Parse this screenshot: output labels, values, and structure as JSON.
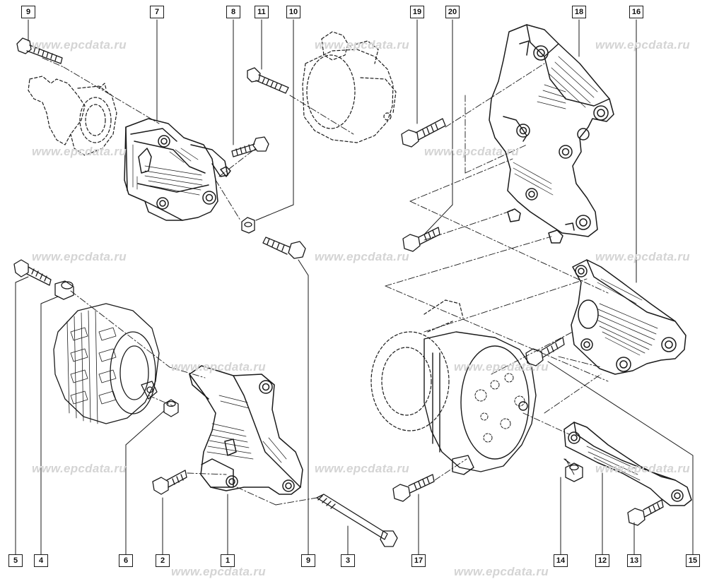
{
  "watermark": "www.epcdata.ru",
  "callouts": {
    "c1": "1",
    "c2": "2",
    "c3": "3",
    "c4": "4",
    "c5": "5",
    "c6": "6",
    "c7": "7",
    "c8": "8",
    "c9a": "9",
    "c9b": "9",
    "c10": "10",
    "c11": "11",
    "c12": "12",
    "c13": "13",
    "c14": "14",
    "c15": "15",
    "c16": "16",
    "c17": "17",
    "c18": "18",
    "c19": "19",
    "c20": "20"
  },
  "colors": {
    "line": "#1a1a1a",
    "watermark": "#d4d4d4",
    "background": "#ffffff"
  }
}
